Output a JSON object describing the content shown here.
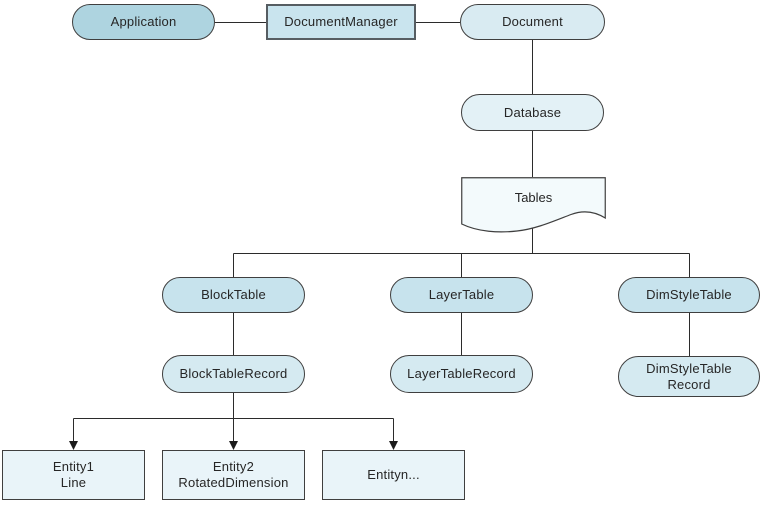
{
  "palette": {
    "background": "#ffffff",
    "connector_line": "#2b2b2b",
    "shape_border": "#3f3f3f",
    "text": "#262626"
  },
  "diagram": {
    "nodes": {
      "application": {
        "label": "Application",
        "shape": "stadium",
        "fill": "#aed4e0"
      },
      "document_manager": {
        "label": "DocumentManager",
        "shape": "rectangle",
        "fill": "#c9e4ee"
      },
      "document": {
        "label": "Document",
        "shape": "stadium",
        "fill": "#d9ebf2"
      },
      "database": {
        "label": "Database",
        "shape": "stadium",
        "fill": "#e3f1f6"
      },
      "tables": {
        "label": "Tables",
        "shape": "document",
        "fill": "#f3fafc"
      },
      "block_table": {
        "label": "BlockTable",
        "shape": "stadium",
        "fill": "#c7e3ed"
      },
      "layer_table": {
        "label": "LayerTable",
        "shape": "stadium",
        "fill": "#c7e3ed"
      },
      "dim_style_table": {
        "label": "DimStyleTable",
        "shape": "stadium",
        "fill": "#c7e3ed"
      },
      "block_table_record": {
        "label": "BlockTableRecord",
        "shape": "stadium",
        "fill": "#d5eaf1"
      },
      "layer_table_record": {
        "label": "LayerTableRecord",
        "shape": "stadium",
        "fill": "#d5eaf1"
      },
      "dim_style_table_record": {
        "label": "DimStyleTable\nRecord",
        "shape": "stadium",
        "fill": "#d5eaf1"
      },
      "entity1": {
        "label": "Entity1\nLine",
        "shape": "rectangle",
        "fill": "#e9f4f9"
      },
      "entity2": {
        "label": "Entity2\nRotatedDimension",
        "shape": "rectangle",
        "fill": "#e9f4f9"
      },
      "entityn": {
        "label": "Entityn...",
        "shape": "rectangle",
        "fill": "#e9f4f9"
      }
    },
    "edges": [
      {
        "from": "Application",
        "to": "DocumentManager",
        "arrow": false
      },
      {
        "from": "DocumentManager",
        "to": "Document",
        "arrow": false
      },
      {
        "from": "Document",
        "to": "Database",
        "arrow": false
      },
      {
        "from": "Database",
        "to": "Tables",
        "arrow": false
      },
      {
        "from": "Tables",
        "to": "BlockTable",
        "arrow": false
      },
      {
        "from": "Tables",
        "to": "LayerTable",
        "arrow": false
      },
      {
        "from": "Tables",
        "to": "DimStyleTable",
        "arrow": false
      },
      {
        "from": "BlockTable",
        "to": "BlockTableRecord",
        "arrow": false
      },
      {
        "from": "LayerTable",
        "to": "LayerTableRecord",
        "arrow": false
      },
      {
        "from": "DimStyleTable",
        "to": "DimStyleTableRecord",
        "arrow": false
      },
      {
        "from": "BlockTableRecord",
        "to": "Entity1 Line",
        "arrow": true
      },
      {
        "from": "BlockTableRecord",
        "to": "Entity2 RotatedDimension",
        "arrow": true
      },
      {
        "from": "BlockTableRecord",
        "to": "Entityn...",
        "arrow": true
      }
    ]
  }
}
